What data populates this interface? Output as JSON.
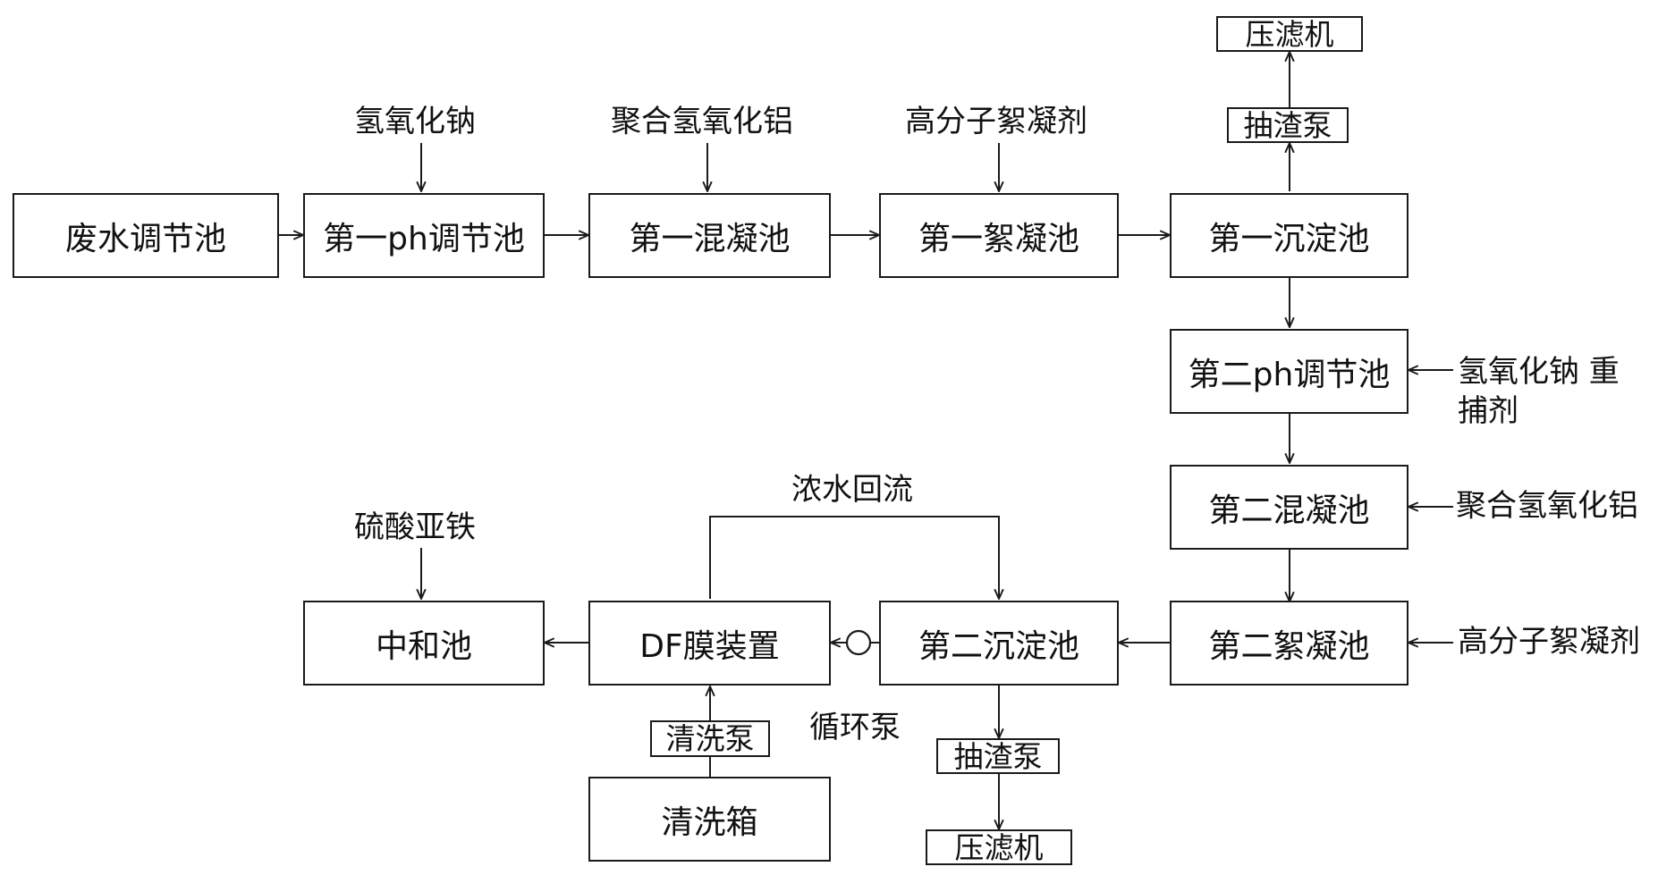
{
  "boxes": {
    "wastewater_tank": "废水调节池",
    "ph1_tank": "第一ph调节池",
    "coag1_tank": "第一混凝池",
    "floc1_tank": "第一絮凝池",
    "sed1_tank": "第一沉淀池",
    "ph2_tank": "第二ph调节池",
    "coag2_tank": "第二混凝池",
    "floc2_tank": "第二絮凝池",
    "sed2_tank": "第二沉淀池",
    "df_device": "DF膜装置",
    "neutral_tank": "中和池",
    "wash_tank": "清洗箱"
  },
  "equipment": {
    "filter_press_top": "压滤机",
    "slag_pump_top": "抽渣泵",
    "slag_pump_bottom": "抽渣泵",
    "filter_press_bottom": "压滤机",
    "wash_pump": "清洗泵"
  },
  "reagents": {
    "naoh_1": "氢氧化钠",
    "pac_1": "聚合氢氧化铝",
    "pam_1": "高分子絮凝剂",
    "naoh_2_line1": "氢氧化钠 重",
    "naoh_2_line2": "捕剂",
    "pac_2": "聚合氢氧化铝",
    "pam_2": "高分子絮凝剂",
    "ferrous_sulfate": "硫酸亚铁"
  },
  "flow_labels": {
    "concentrate_return": "浓水回流",
    "circulation_pump": "循环泵"
  }
}
